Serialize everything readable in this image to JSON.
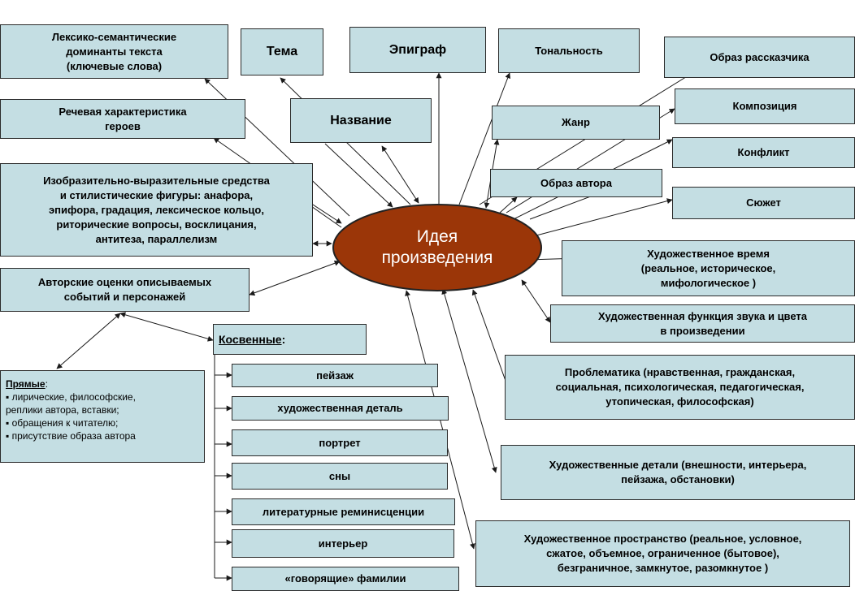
{
  "center": {
    "label": "Идея\nпроизведения",
    "fill": "#9b3608",
    "stroke": "#222222"
  },
  "boxes": {
    "lexical": "Лексико-семантические\nдоминанты текста\n(ключевые слова)",
    "theme": "Тема",
    "epigraph": "Эпиграф",
    "tonality": "Тональность",
    "narrator": "Образ рассказчика",
    "speech": "Речевая характеристика\nгероев",
    "title": "Название",
    "genre": "Жанр",
    "composition": "Композиция",
    "conflict": "Конфликт",
    "author_image": "Образ автора",
    "plot": "Сюжет",
    "means": "Изобразительно-выразительные  средства\nи стилистические фигуры:  анафора,\nэпифора, градация, лексическое кольцо,\nриторические вопросы, восклицания,\nантитеза, параллелизм",
    "art_time": "Художественное время\n(реальное, историческое,\nмифологическое )",
    "author_eval": "Авторские оценки описываемых\nсобытий и персонажей",
    "sound_color": "Художественная функция звука и цвета\nв произведении",
    "problems": "Проблематика (нравственная, гражданская,\nсоциальная, психологическая, педагогическая,\nутопическая, философская)",
    "details": "Художественные детали (внешности, интерьера,\nпейзажа, обстановки)",
    "space": "Художественное пространство (реальное, условное,\nсжатое, объемное, ограниченное (бытовое),\nбезграничное, замкнутое, разомкнутое )"
  },
  "indirect": {
    "title": "Косвенные",
    "title_suffix": ":",
    "items": [
      "пейзаж",
      "художественная деталь",
      "портрет",
      "сны",
      "литературные реминисценции",
      "интерьер",
      "«говорящие» фамилии"
    ]
  },
  "direct": {
    "title": "Прямые",
    "title_suffix": ":",
    "items": [
      "лирические, философские,\nреплики автора, вставки;",
      "обращения к читателю;",
      "присутствие образа автора"
    ]
  },
  "colors": {
    "box_fill": "#c4dee3",
    "line": "#1a1a1a"
  }
}
